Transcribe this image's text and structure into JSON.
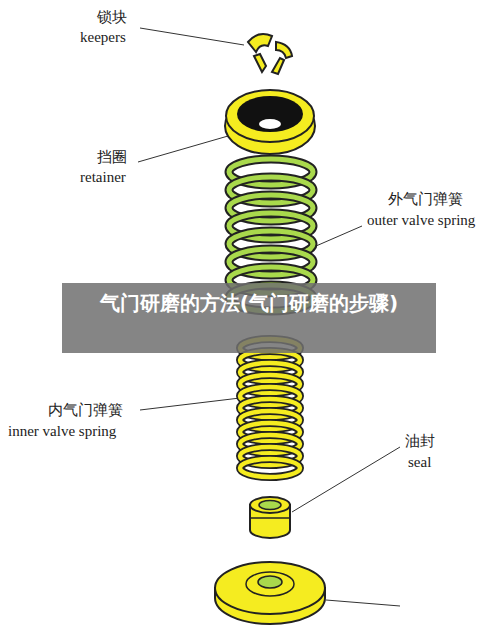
{
  "diagram": {
    "labels": [
      "锁块",
      "keepers",
      "挡圈",
      "retainer",
      "外气门弹簧",
      "outer valve spring",
      "内气门弹簧",
      "inner valve spring",
      "油封",
      "seal",
      "气门研磨的方法(气门研磨的步骤)"
    ]
  }
}
